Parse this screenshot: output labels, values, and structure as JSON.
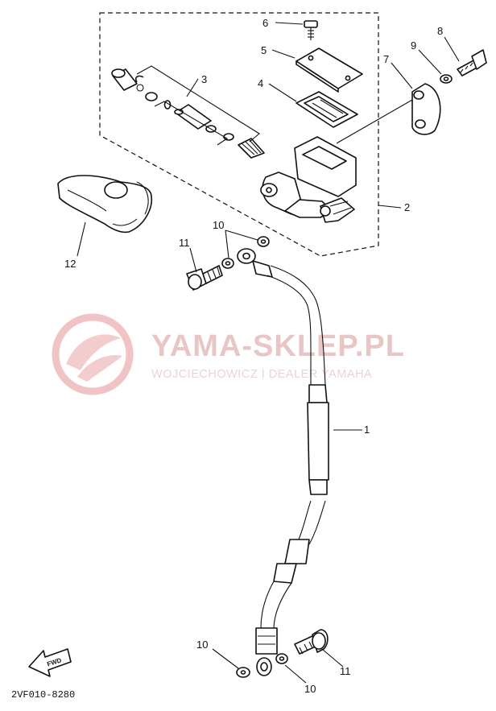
{
  "labels": {
    "p1": "1",
    "p2": "2",
    "p3": "3",
    "p4": "4",
    "p5": "5",
    "p6": "6",
    "p7": "7",
    "p8": "8",
    "p9": "9",
    "p10a": "10",
    "p10b": "10",
    "p10c": "10",
    "p11a": "11",
    "p11b": "11",
    "p12": "12"
  },
  "watermark": {
    "title": "YAMA-SKLEP.PL",
    "subtitle": "WOJCIECHOWICZ I DEALER YAMAHA"
  },
  "fwd_label": "FWD",
  "diagram_code": "2VF010-8280",
  "colors": {
    "ink": "#111111",
    "watermark": "#e9c6c6",
    "background": "#ffffff"
  }
}
